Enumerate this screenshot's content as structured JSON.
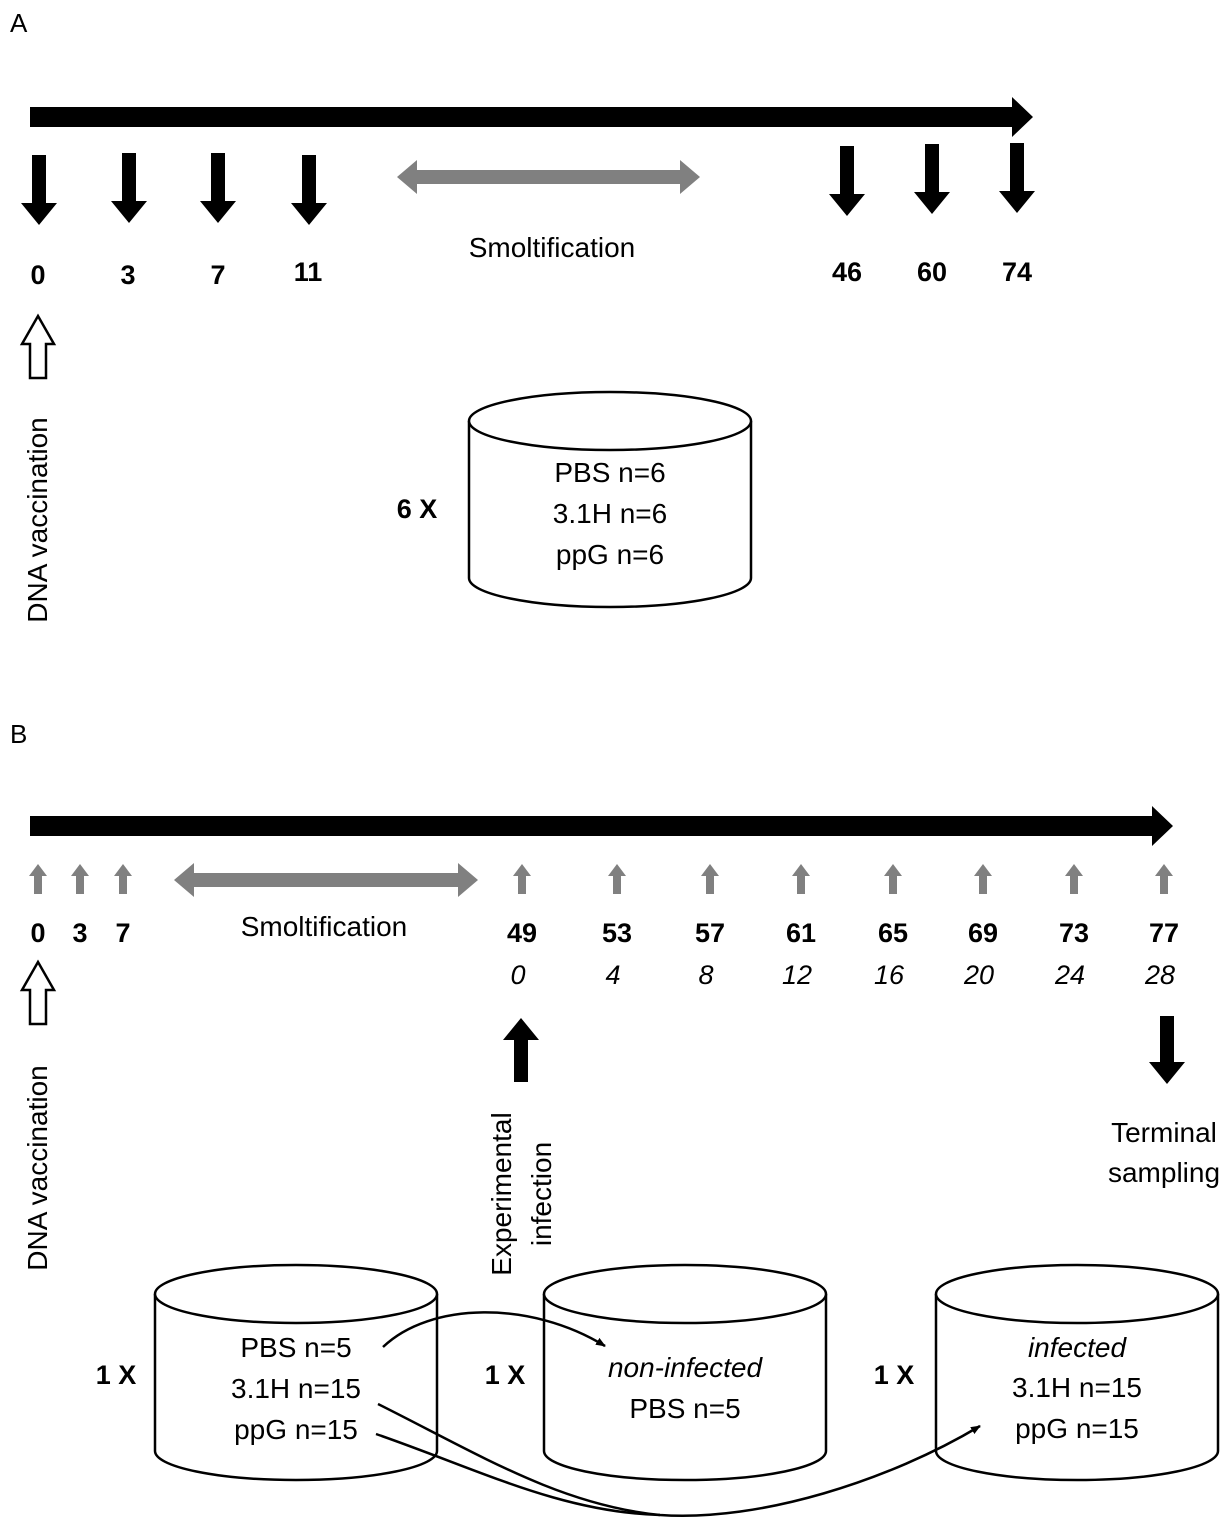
{
  "panel_a": {
    "label": "A",
    "timepoints": [
      "0",
      "3",
      "7",
      "11",
      "46",
      "60",
      "74"
    ],
    "smoltification": "Smoltification",
    "vaccination": "DNA vaccination",
    "tank": {
      "multiplier": "6 X",
      "lines": [
        "PBS n=6",
        "3.1H n=6",
        "ppG n=6"
      ]
    }
  },
  "panel_b": {
    "label": "B",
    "timepoints": [
      "0",
      "3",
      "7",
      "49",
      "53",
      "57",
      "61",
      "65",
      "69",
      "73",
      "77"
    ],
    "days_post_infection": [
      "0",
      "4",
      "8",
      "12",
      "16",
      "20",
      "24",
      "28"
    ],
    "smoltification": "Smoltification",
    "vaccination": "DNA vaccination",
    "infection": [
      "Experimental",
      "infection"
    ],
    "terminal": [
      "Terminal",
      "sampling"
    ],
    "tanks": [
      {
        "multiplier": "1 X",
        "lines": [
          "PBS n=5",
          "3.1H n=15",
          "ppG n=15"
        ]
      },
      {
        "multiplier": "1 X",
        "header": "non-infected",
        "lines": [
          "PBS n=5"
        ]
      },
      {
        "multiplier": "1 X",
        "header": "infected",
        "lines": [
          "3.1H n=15",
          "ppG n=15"
        ]
      }
    ]
  },
  "colors": {
    "black": "#000000",
    "gray": "#808080",
    "white": "#ffffff"
  }
}
